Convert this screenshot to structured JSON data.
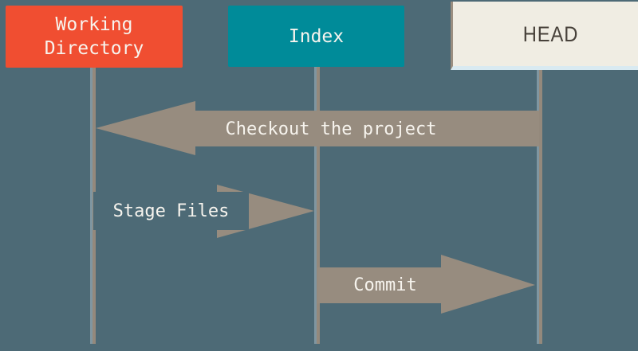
{
  "title": "Git workflow diagram: checkout, stage, commit",
  "colors": {
    "background": "#4D6A76",
    "working_directory_box": "#F04E31",
    "index_box": "#008B99",
    "head_box_bg": "#F0EDE3",
    "head_text": "#47413A",
    "label_text": "#F7F4EE",
    "arrow": "#978C7F",
    "timeline_left_edge": "#7F96A1",
    "timeline_right_edge": "#94897C",
    "head_box_bottom_edge": "#D9EAF1"
  },
  "columns": [
    {
      "id": "working-directory",
      "label": "Working Directory"
    },
    {
      "id": "index",
      "label": "Index"
    },
    {
      "id": "head",
      "label": "HEAD"
    }
  ],
  "arrows": [
    {
      "id": "checkout",
      "label": "Checkout the project",
      "from": "head",
      "to": "working-directory",
      "direction": "left"
    },
    {
      "id": "stage-files",
      "label": "Stage Files",
      "from": "working-directory",
      "to": "index",
      "direction": "right"
    },
    {
      "id": "commit",
      "label": "Commit",
      "from": "index",
      "to": "head",
      "direction": "right"
    }
  ]
}
